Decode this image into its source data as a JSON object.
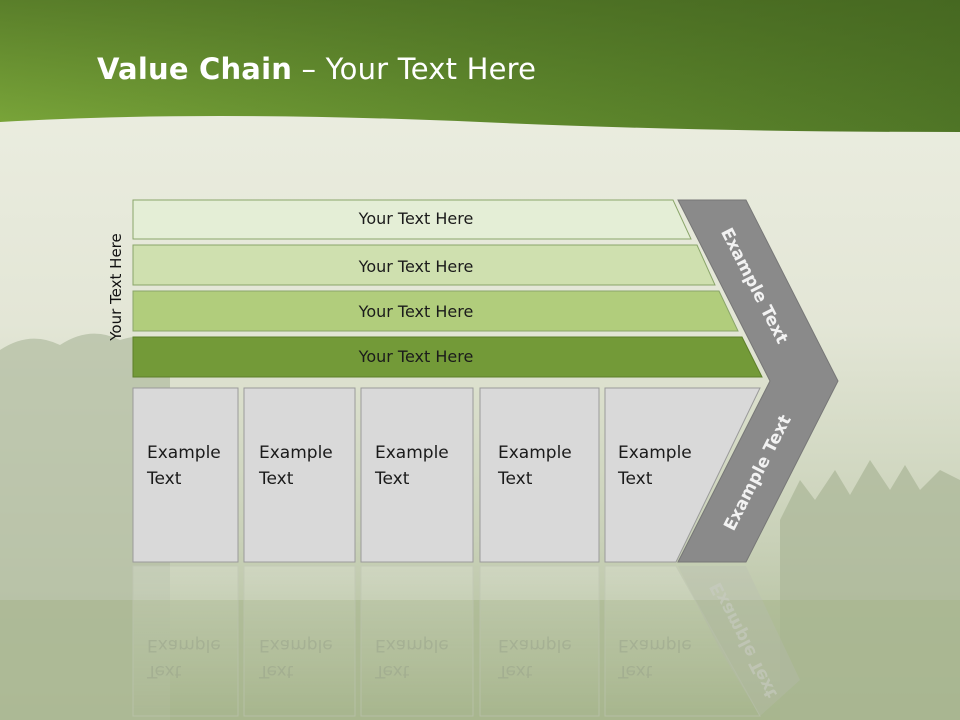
{
  "title": {
    "bold": "Value Chain",
    "rest": " – Your Text Here"
  },
  "side_label": "Your Text Here",
  "rows": [
    {
      "label": "Your Text Here",
      "color": "#e4eed6"
    },
    {
      "label": "Your Text Here",
      "color": "#cfe0af"
    },
    {
      "label": "Your Text Here",
      "color": "#b1cd7c"
    },
    {
      "label": "Your Text Here",
      "color": "#739a38"
    }
  ],
  "columns": [
    {
      "line1": "Example",
      "line2": "Text"
    },
    {
      "line1": "Example",
      "line2": "Text"
    },
    {
      "line1": "Example",
      "line2": "Text"
    },
    {
      "line1": "Example",
      "line2": "Text"
    },
    {
      "line1": "Example",
      "line2": "Text"
    }
  ],
  "chevron": {
    "upper": "Example Text",
    "lower": "Example Text",
    "color": "#8a8a8a"
  },
  "colors": {
    "header_green": "#6e9a32",
    "cell_fill": "#d9d9d9"
  }
}
